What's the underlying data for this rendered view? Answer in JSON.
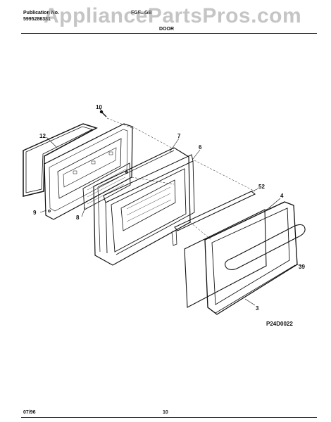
{
  "header": {
    "publication_label": "Publication No.",
    "publication_number": "5995286381",
    "model": "FGF...GB",
    "section_title": "DOOR"
  },
  "watermark": "AppliancePartsPros.com",
  "callouts": [
    "10",
    "12",
    "7",
    "6",
    "9",
    "8",
    "52",
    "4",
    "39",
    "3"
  ],
  "diagram_code": "P24D0022",
  "footer": {
    "date": "07/96",
    "page": "10"
  }
}
